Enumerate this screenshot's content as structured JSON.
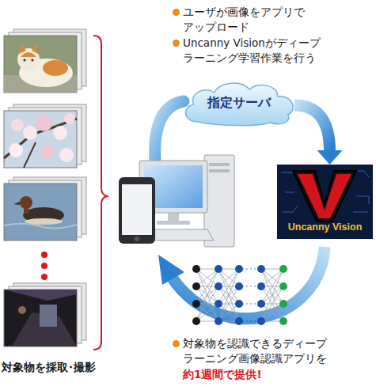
{
  "diagram": {
    "nodes": [
      {
        "text": [
          "指定サーバ"
        ]
      },
      {
        "text": [
          "Uncanny Vision"
        ]
      }
    ],
    "edges": [
      {
        "from": 0,
        "to": 1,
        "arrow": "to"
      }
    ],
    "labels": [
      "ユーザが画像をアプリで アップロード",
      "Uncanny Visionがディープ ラーニング学習作業を行う",
      "対象物を認識できるディープ ラーニング画像認識アプリを",
      "約1週間で提供!",
      "対象物を採取･撮影"
    ]
  }
}
